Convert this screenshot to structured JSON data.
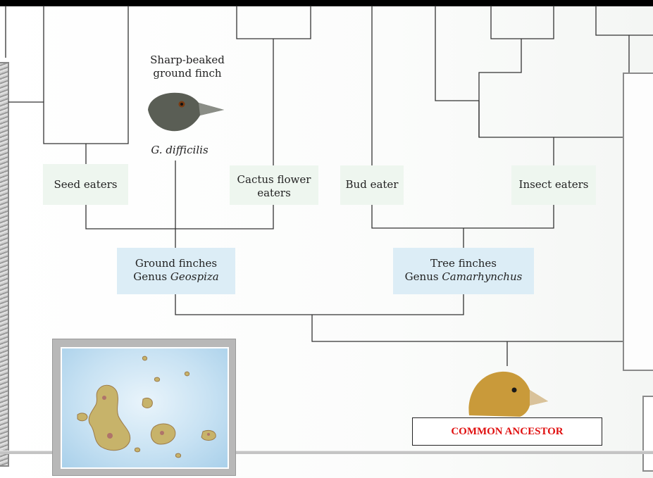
{
  "diagram": {
    "finch_name": [
      "Sharp-beaked",
      "ground finch"
    ],
    "species": "G. difficilis",
    "diets": {
      "seed_eaters": "Seed eaters",
      "cactus_line1": "Cactus flower",
      "cactus_line2": "eaters",
      "bud_eater": "Bud eater",
      "insect_eaters": "Insect eaters"
    },
    "groups": {
      "ground_line1": "Ground finches",
      "ground_genus_prefix": "Genus ",
      "ground_genus": "Geospiza",
      "tree_line1": "Tree finches",
      "tree_genus_prefix": "Genus ",
      "tree_genus": "Camarhynchus"
    },
    "root_label": "COMMON ANCESTOR"
  },
  "colors": {
    "line": "#333333",
    "diet_box": "#eef6ef",
    "group_box": "#dcedf6",
    "root_label": "#e01010",
    "finch_gray": "#5a5e55",
    "ancestor_gold": "#c99a3a"
  },
  "icons": [
    "finch-head-icon",
    "ancestor-finch-icon",
    "galapagos-map"
  ]
}
